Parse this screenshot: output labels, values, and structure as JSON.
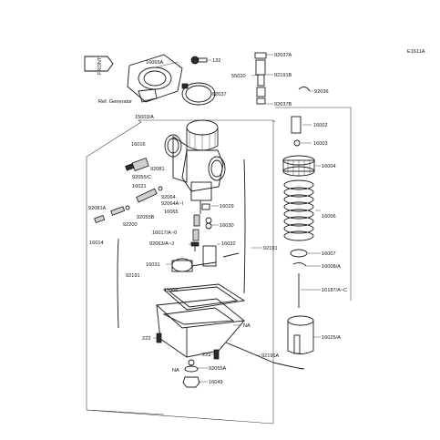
{
  "diagram": {
    "ref_code": "E1611A",
    "front_badge": "FRONT",
    "ref_generator": "Ref. Generator",
    "labels": {
      "l16065A": "16065A",
      "l132": "132",
      "l92037A": "92037A",
      "l55020": "55020",
      "l92191B": "92191B",
      "l92036": "92036",
      "l92037": "92037",
      "l92037B": "92037B",
      "l15003A": "15003/A",
      "l16002": "16002",
      "l16003": "16003",
      "l16016": "16016",
      "l92081": "92081",
      "l16004": "16004",
      "l92055C": "92055/C",
      "l16021": "16021",
      "l92064": "92064",
      "l92064AI": "92064A~I",
      "l16029": "16029",
      "l16065": "16065",
      "l92055B": "92055B",
      "l92081A": "92081A",
      "l92200": "92200",
      "l16006": "16006",
      "l16030": "16030",
      "l16017A0": "16017/A~0",
      "l16014": "16014",
      "l92063AJ": "92063/A~J",
      "l16032": "16032",
      "l92191": "92191",
      "l16007": "16007",
      "l16031": "16031",
      "l16008A": "16008/A",
      "l92191b": "92191",
      "l11009": "11009",
      "l16187AC": "16187/A~C",
      "lNA1": "NA",
      "l16025A": "16025/A",
      "l223a": "223",
      "l223b": "223",
      "l92191A": "92191A",
      "lNA2": "NA",
      "l92055A": "92055A",
      "l16049": "16049"
    }
  }
}
